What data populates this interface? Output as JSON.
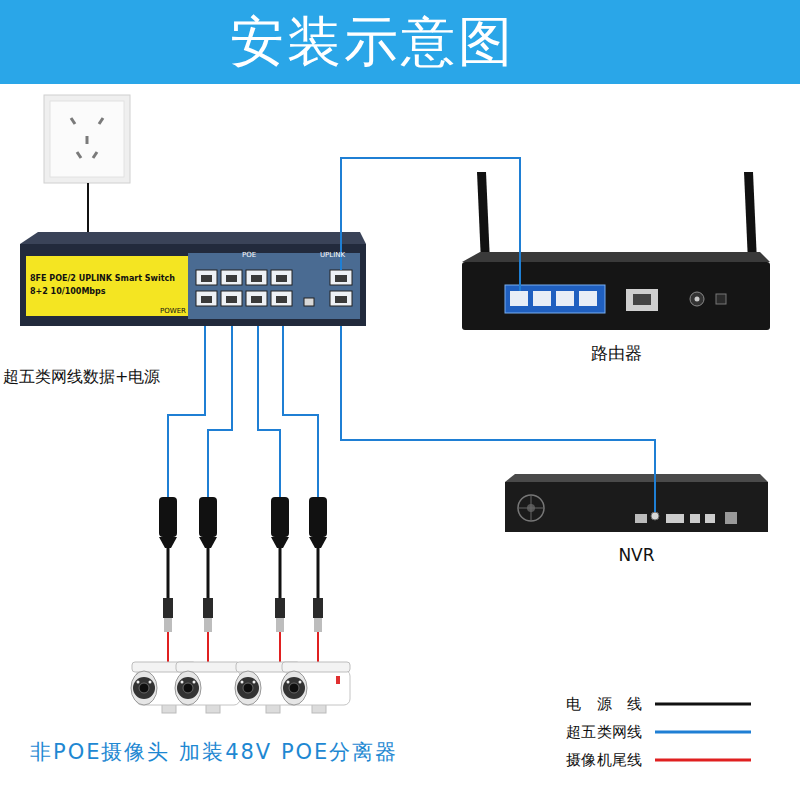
{
  "diagram": {
    "title": "安装示意图",
    "caption": "非POE摄像头 加装48V POE分离器",
    "nodes": [
      {
        "text": [
          "8FE POE/2 UPLINK Smart Switch",
          "8+2 10/100Mbps",
          "POE",
          "UPLINK",
          "POWER"
        ]
      },
      {
        "text": [
          "路由器"
        ]
      },
      {
        "text": [
          "NVR"
        ]
      }
    ],
    "edges": [
      {
        "from": 0,
        "to": 1,
        "arrow": "none"
      },
      {
        "from": 0,
        "to": 2,
        "arrow": "none"
      }
    ],
    "labels": [
      "超五类网线数据+电源"
    ],
    "legend": [
      {
        "text": "电源线"
      },
      {
        "text": "超五类网线"
      },
      {
        "text": "摄像机尾线"
      }
    ]
  }
}
